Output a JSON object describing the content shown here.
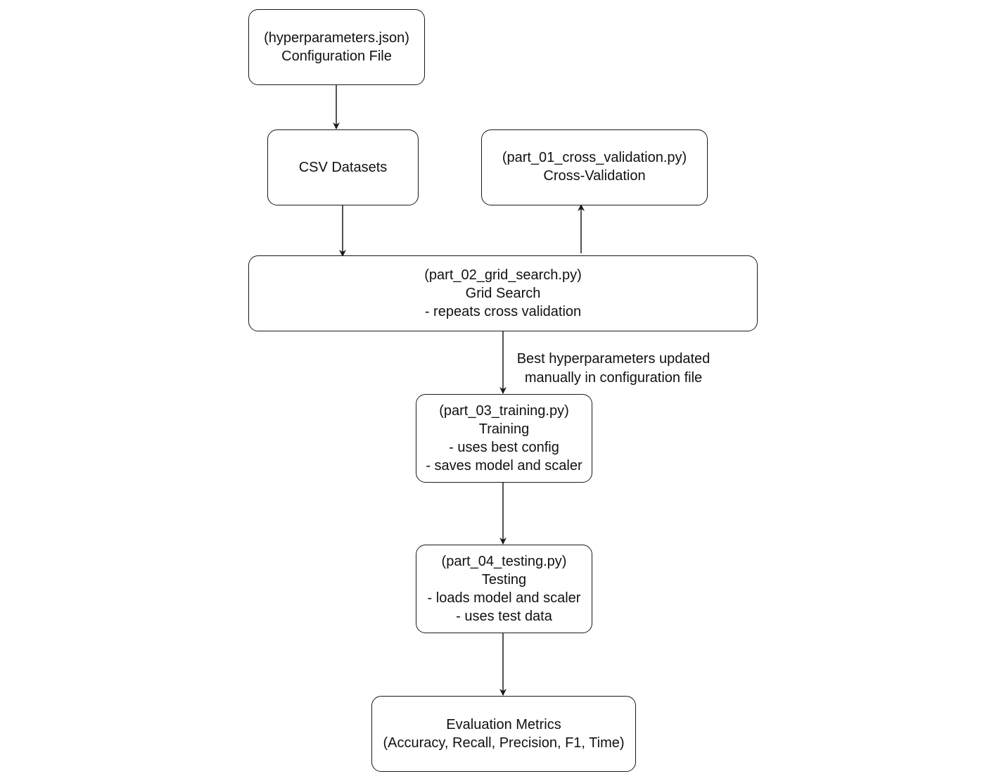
{
  "nodes": {
    "config": {
      "line1": "(hyperparameters.json)",
      "line2": "Configuration File"
    },
    "csv": {
      "line1": "CSV Datasets"
    },
    "cross_validation": {
      "line1": "(part_01_cross_validation.py)",
      "line2": "Cross-Validation"
    },
    "grid_search": {
      "line1": "(part_02_grid_search.py)",
      "line2": "Grid Search",
      "line3": "- repeats cross validation"
    },
    "training": {
      "line1": "(part_03_training.py)",
      "line2": "Training",
      "line3": "- uses best config",
      "line4": "- saves model and scaler"
    },
    "testing": {
      "line1": "(part_04_testing.py)",
      "line2": "Testing",
      "line3": "- loads model and scaler",
      "line4": "- uses test data"
    },
    "metrics": {
      "line1": "Evaluation Metrics",
      "line2": "(Accuracy, Recall, Precision, F1, Time)"
    }
  },
  "edges": {
    "grid_to_training_label": {
      "line1": "Best hyperparameters updated",
      "line2": "manually in configuration file"
    }
  },
  "colors": {
    "stroke": "#1a1a1a",
    "background": "#ffffff"
  }
}
